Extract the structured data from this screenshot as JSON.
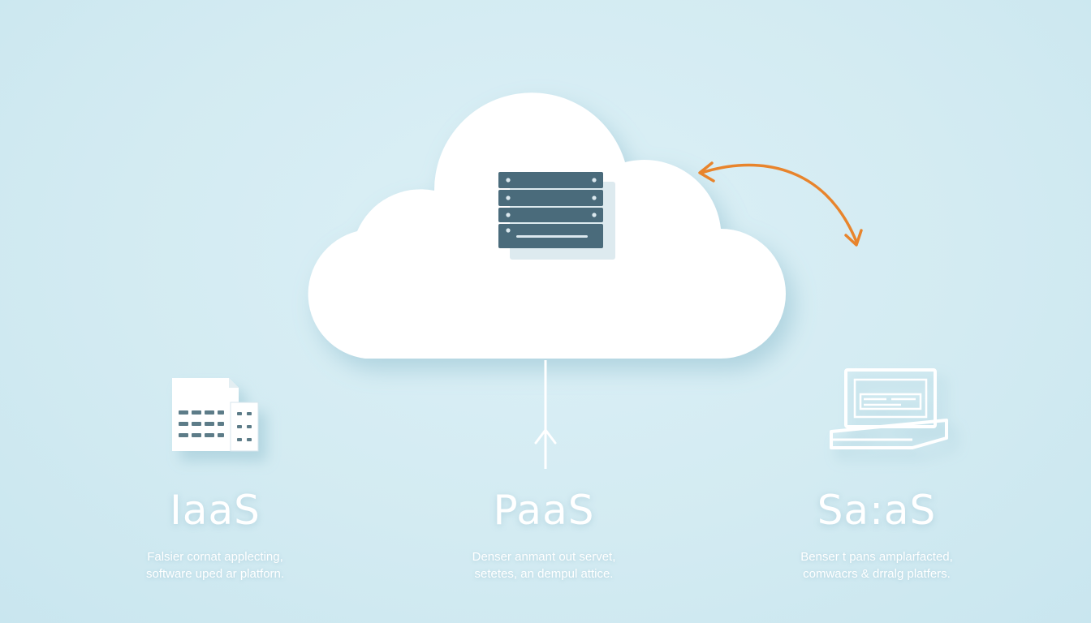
{
  "columns": [
    {
      "title": "IaaS",
      "desc_line1": "Falsier cornat applecting,",
      "desc_line2": "software uped ar platforn."
    },
    {
      "title": "PaaS",
      "desc_line1": "Denser anmant out servet,",
      "desc_line2": "setetes, an dempul attice."
    },
    {
      "title": "Sa:aS",
      "desc_line1": "Benser t pans amplarfacted,",
      "desc_line2": "comwacrs & drralg platfers."
    }
  ],
  "colors": {
    "background": "#d3ebf2",
    "cloud": "#ffffff",
    "server": "#4a6b7b",
    "arrow_accent": "#e8842c",
    "icon_stroke": "#ffffff"
  },
  "icons": [
    "server-icon",
    "document-server-icon",
    "laptop-icon",
    "curved-arrow-icon",
    "up-arrow-icon"
  ]
}
